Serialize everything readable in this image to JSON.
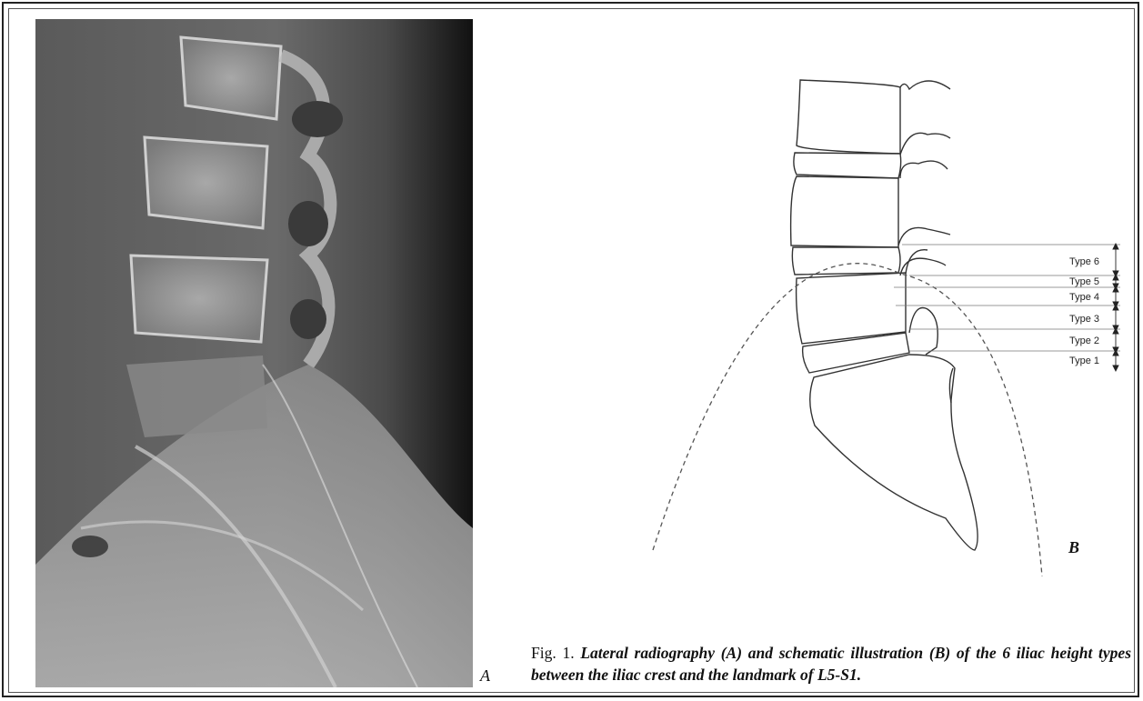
{
  "panel_a": {
    "letter": "A",
    "image": "lateral lumbar spine radiograph"
  },
  "panel_b": {
    "letter": "B",
    "type_labels": [
      "Type 6",
      "Type 5",
      "Type 4",
      "Type 3",
      "Type 2",
      "Type 1"
    ]
  },
  "caption": {
    "figure_number": "Fig. 1.",
    "text": "Lateral radiography (A) and schematic illustration (B) of the 6 iliac height types between the iliac crest and the landmark of L5-S1."
  }
}
